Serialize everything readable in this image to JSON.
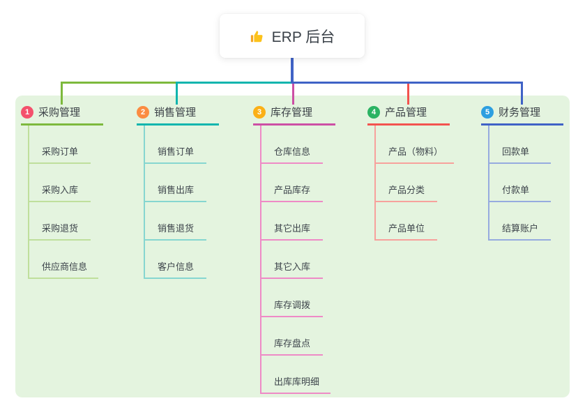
{
  "root": {
    "label": "ERP 后台",
    "icon": "thumbs-up-icon"
  },
  "colors": {
    "canvas_background": "#ffffff",
    "panel_background": "#e4f4df",
    "root_connector": "#4063c6",
    "text": "#3b4147"
  },
  "branches": [
    {
      "num": "1",
      "label": "采购管理",
      "color": "#7db93d",
      "light_color": "#bfdf9c",
      "badge_color": "#f4516c",
      "children": [
        "采购订单",
        "采购入库",
        "采购退货",
        "供应商信息"
      ]
    },
    {
      "num": "2",
      "label": "销售管理",
      "color": "#10b5ae",
      "light_color": "#86d6d0",
      "badge_color": "#fb8c42",
      "children": [
        "销售订单",
        "销售出库",
        "销售退货",
        "客户信息"
      ]
    },
    {
      "num": "3",
      "label": "库存管理",
      "color": "#cc4fa5",
      "light_color": "#ee8ac6",
      "badge_color": "#fbb017",
      "children": [
        "仓库信息",
        "产品库存",
        "其它出库",
        "其它入库",
        "库存调拨",
        "库存盘点",
        "出库库明细"
      ]
    },
    {
      "num": "4",
      "label": "产品管理",
      "color": "#f3534f",
      "light_color": "#f7a19c",
      "badge_color": "#2bb363",
      "children": [
        "产品（物料）",
        "产品分类",
        "产品单位"
      ]
    },
    {
      "num": "5",
      "label": "财务管理",
      "color": "#3f62c6",
      "light_color": "#96abdf",
      "badge_color": "#2d9fe0",
      "children": [
        "回款单",
        "付款单",
        "结算账户"
      ]
    }
  ]
}
